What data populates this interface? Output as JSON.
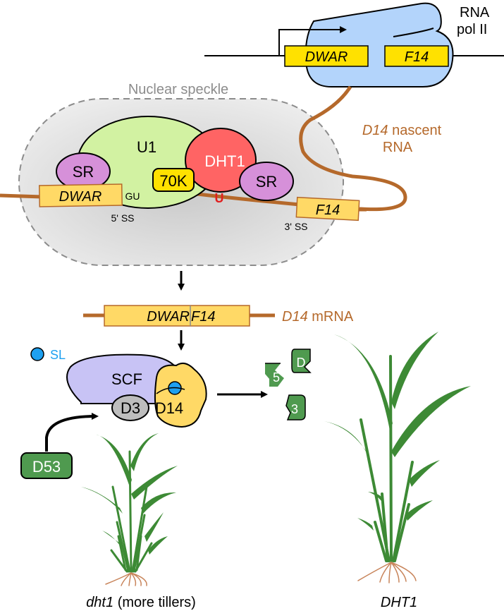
{
  "polymerase": {
    "label_line1": "RNA",
    "label_line2": "pol II",
    "exon1": "DWAR",
    "exon2": "F14"
  },
  "speckle": {
    "title": "Nuclear speckle",
    "u1": "U1",
    "sr_left": "SR",
    "sr_right": "SR",
    "dht1": "DHT1",
    "k70": "70K",
    "u_mark": "U",
    "gu": "GU",
    "ss5": "5' SS",
    "ss3": "3' SS",
    "exon1": "DWAR",
    "exon2": "F14"
  },
  "nascent": {
    "gene": "D14",
    "word": "nascent",
    "line2": "RNA"
  },
  "mrna": {
    "part1": "DWAR",
    "part2": "F14",
    "gene": "D14",
    "word": "mRNA"
  },
  "signaling": {
    "sl_label": "SL",
    "scf": "SCF",
    "d3": "D3",
    "d14": "D14",
    "d53": "D53",
    "frag1": "D",
    "frag2": "5",
    "frag3": "3"
  },
  "plants": {
    "left_gene": "dht1",
    "left_note": "(more tillers)",
    "right_gene": "DHT1"
  },
  "colors": {
    "rna": "#b5692b",
    "exon_yellow": "#ffe100",
    "exon_light": "#ffd966",
    "pol_blue": "#b3d4fb",
    "u1_green": "#d2f2a2",
    "sr_purple": "#d690d9",
    "dht1_red": "#ff6464",
    "sl_blue": "#1ea0f0",
    "scf_lavender": "#c8c3f5",
    "d3_gray": "#bdbdbd",
    "d53_green": "#4f9a4f",
    "leaf_green": "#3d8a35"
  }
}
